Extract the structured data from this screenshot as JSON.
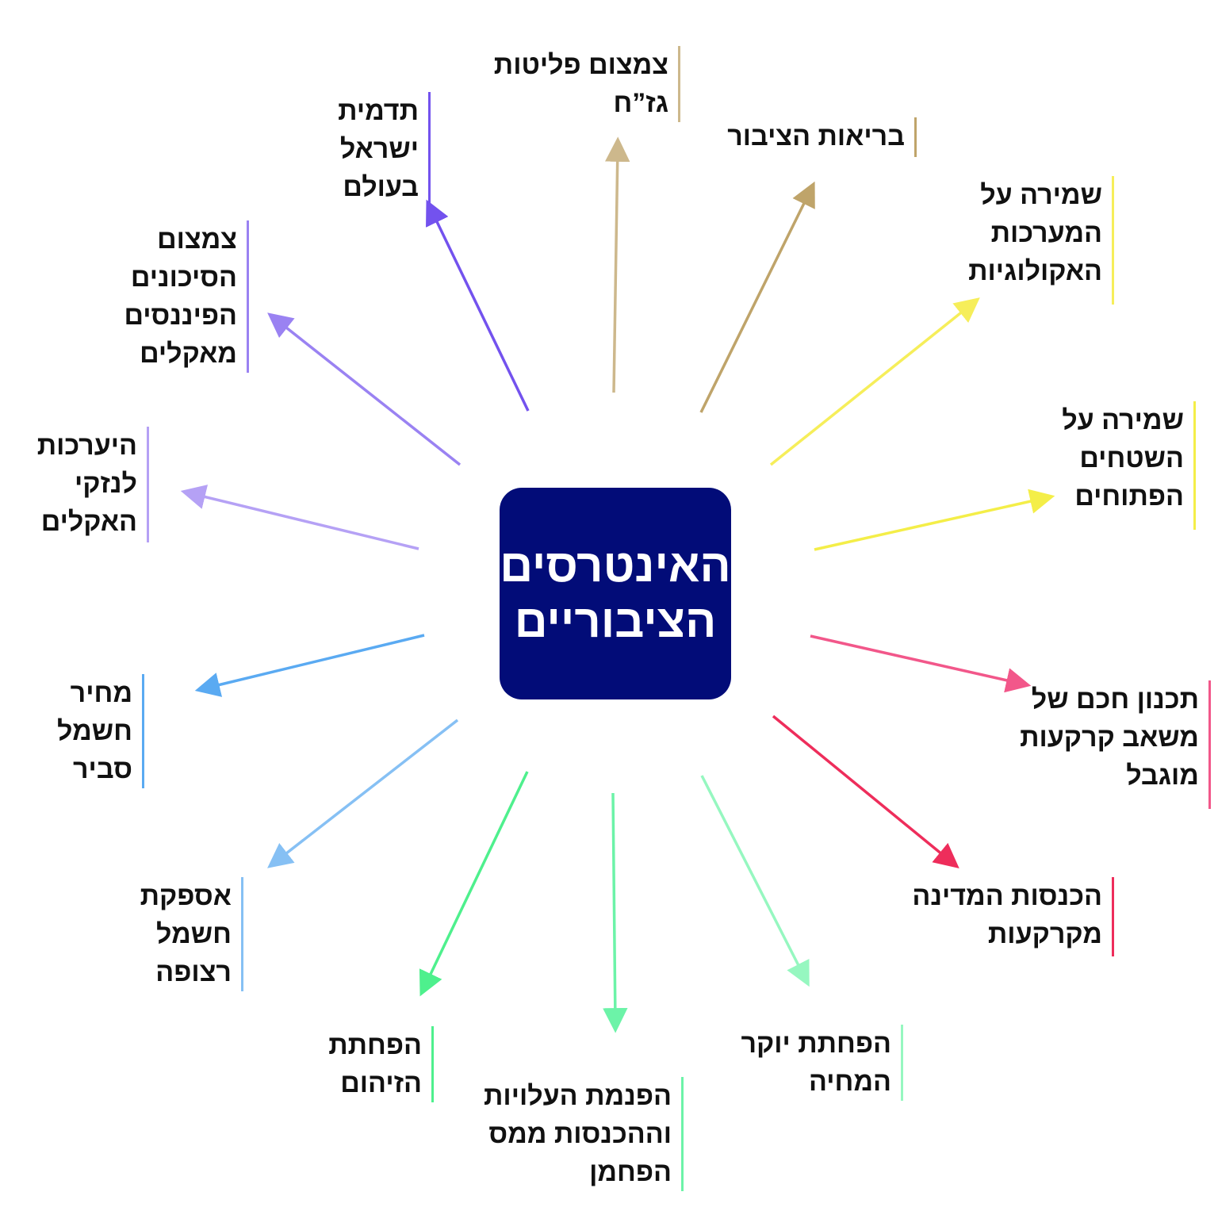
{
  "center": {
    "title": "האינטרסים\nהציבוריים",
    "color": "#020c78"
  },
  "nodes": [
    {
      "id": "gas-platforms",
      "label": "צמצום פליטות\nגז”ח",
      "color": "#cdb88c"
    },
    {
      "id": "public-health",
      "label": "בריאות הציבור",
      "color": "#bfa46a"
    },
    {
      "id": "ecosystems",
      "label": "שמירה על\nהמערכות\nהאקולוגיות",
      "color": "#f6ee5a"
    },
    {
      "id": "open-spaces",
      "label": "שמירה על\nהשטחים\nהפתוחים",
      "color": "#f4ee48"
    },
    {
      "id": "land-planning",
      "label": "תכנון חכם של\nמשאב קרקעות\nמוגבל",
      "color": "#f2578a"
    },
    {
      "id": "state-income",
      "label": "הכנסות המדינה\nמקרקעות",
      "color": "#ee2d5b"
    },
    {
      "id": "cost-of-living",
      "label": "הפחתת יוקר\nהמחיה",
      "color": "#96f7c0"
    },
    {
      "id": "externalities",
      "label": "הפנמת העלויות\nוההכנסות ממס\nהפחמן",
      "color": "#6cf3a8"
    },
    {
      "id": "pollution",
      "label": "הפחתת הזיהום",
      "color": "#4ef08d"
    },
    {
      "id": "continuous-supply",
      "label": "אספקת חשמל\nרצופה",
      "color": "#86c0f4"
    },
    {
      "id": "fair-price",
      "label": "מחיר חשמל\nסביר",
      "color": "#5aaaf2"
    },
    {
      "id": "climate-damage",
      "label": "היערכות\nלנזקי\nהאקלים",
      "color": "#b5a1f5"
    },
    {
      "id": "financial-risk",
      "label": "צמצום הסיכונים\nהפיננסים\nמאקלים",
      "color": "#9a82f2"
    },
    {
      "id": "israel-image",
      "label": "תדמית ישראל\nבעולם",
      "color": "#7352ee"
    }
  ]
}
